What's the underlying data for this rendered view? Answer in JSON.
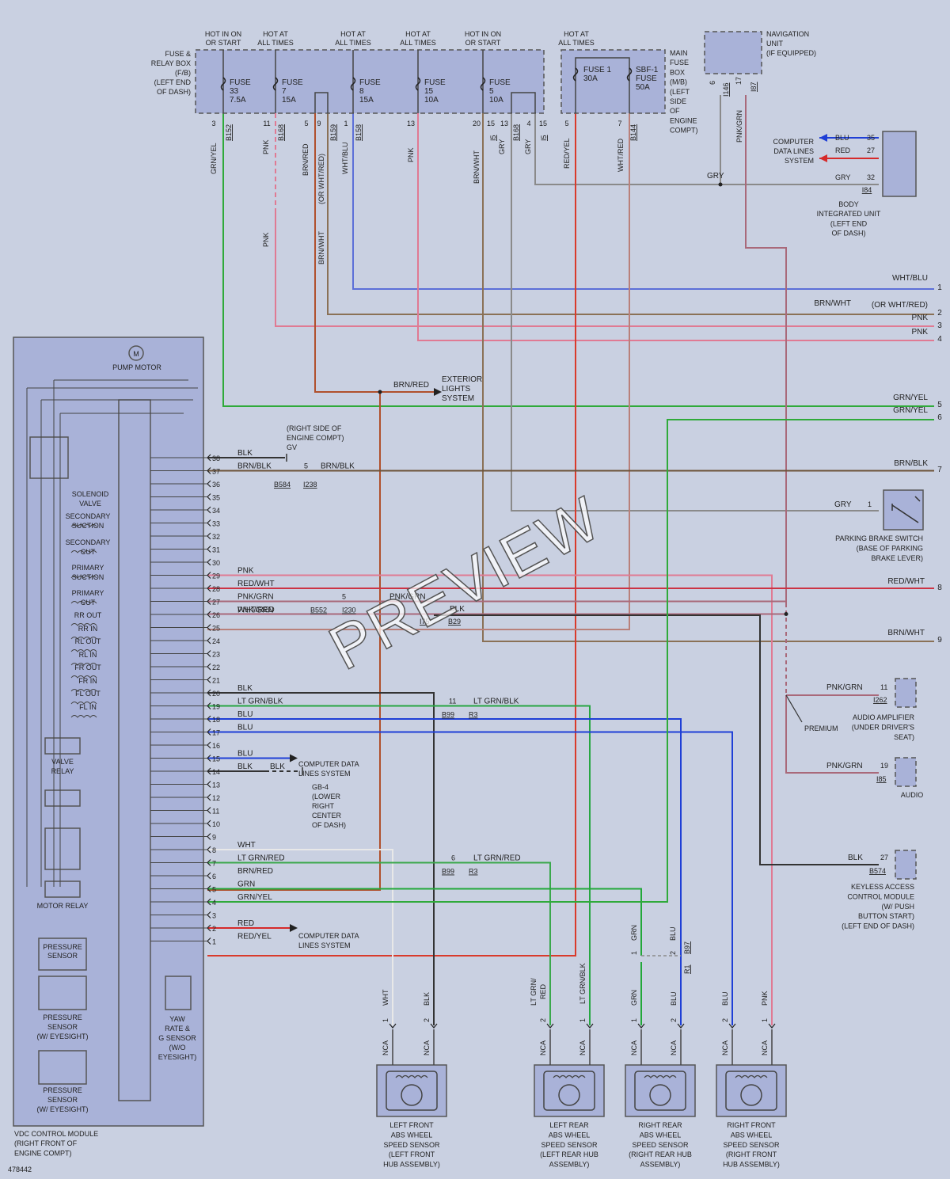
{
  "watermark": "PREVIEW",
  "figure_number": "478442",
  "colors": {
    "GRNYEL": "#2faa3a",
    "PNK": "#e07a93",
    "BRNRED": "#b0502c",
    "BRNWHT": "#8a7156",
    "WHTBLU": "#5c6fd8",
    "GRY": "#8a8a8a",
    "REDYEL": "#d93a2b",
    "WHTRED": "#b9807a",
    "PNKGRN": "#a9697a",
    "BLU": "#1f3fd6",
    "RED": "#d62a2a",
    "BLK": "#333333",
    "BRNBLK": "#6b5238",
    "REDWHT": "#cc3344",
    "LTGRNBLK": "#27a642",
    "LTGRNRED": "#3aa84c",
    "WHT": "#e8e8e8",
    "GRN": "#22a83a",
    "BG": "#c9d0e1",
    "BOX": "#a9b2d8"
  },
  "fuse_box": {
    "title": [
      "FUSE &",
      "RELAY BOX",
      "(F/B)",
      "(LEFT END",
      "OF DASH)"
    ],
    "headers": [
      [
        "HOT IN ON",
        "OR START"
      ],
      [
        "HOT AT",
        "ALL TIMES"
      ],
      [
        "HOT AT",
        "ALL TIMES"
      ],
      [
        "HOT AT",
        "ALL TIMES"
      ],
      [
        "HOT IN ON",
        "OR START"
      ]
    ],
    "fuses": [
      [
        "FUSE",
        "33",
        "7.5A"
      ],
      [
        "FUSE",
        "7",
        "15A"
      ],
      [
        "FUSE",
        "8",
        "15A"
      ],
      [
        "FUSE",
        "15",
        "10A"
      ],
      [
        "FUSE",
        "5",
        "10A"
      ]
    ]
  },
  "main_fuse_box": {
    "header": [
      "HOT AT",
      "ALL TIMES"
    ],
    "title": [
      "MAIN",
      "FUSE",
      "BOX",
      "(M/B)",
      "(LEFT",
      "SIDE",
      "OF",
      "ENGINE",
      "COMPT)"
    ],
    "fuses": [
      [
        "FUSE 1",
        "30A"
      ],
      [
        "SBF-1",
        "FUSE",
        "50A"
      ]
    ]
  },
  "navigation": {
    "title": [
      "NAVIGATION",
      "UNIT",
      "(IF EQUIPPED)"
    ],
    "pins": [
      "6",
      "17"
    ],
    "conns": [
      "I146",
      "I87"
    ]
  },
  "body_unit": {
    "title": [
      "BODY",
      "INTEGRATED UNIT",
      "(LEFT END",
      "OF DASH)"
    ],
    "comp": [
      "COMPUTER",
      "DATA LINES",
      "SYSTEM"
    ],
    "wires": [
      "BLU",
      "RED",
      "GRY"
    ],
    "pins": [
      "35",
      "27",
      "32"
    ],
    "conn": "I84"
  },
  "top_pins": [
    "3",
    "11",
    "5",
    "9",
    "1",
    "13",
    "20",
    "15",
    "13",
    "4",
    "15",
    "5",
    "7"
  ],
  "top_conns": [
    "B152",
    "B168",
    "B159",
    "B158",
    "I5",
    "B168",
    "I5",
    "B144"
  ],
  "top_wires": [
    "GRN/YEL",
    "PNK",
    "BRN/RED",
    "(OR WHT/RED)",
    "WHT/BLU",
    "PNK",
    "BRN/WHT",
    "GRY",
    "GRY",
    "RED/YEL",
    "WHT/RED",
    "GRY",
    "PNK/GRN",
    "PNK",
    "BRN/WHT"
  ],
  "right_labels": {
    "wires": [
      "WHT/BLU",
      "BRN/WHT",
      "(OR WHT/RED)",
      "PNK",
      "PNK",
      "GRN/YEL",
      "GRN/YEL",
      "BRN/BLK",
      "RED/WHT",
      "BRN/WHT"
    ],
    "nums": [
      "1",
      "2",
      "3",
      "4",
      "5",
      "6",
      "7",
      "8",
      "9"
    ]
  },
  "exterior_lights": {
    "wire": "BRN/RED",
    "text": [
      "EXTERIOR",
      "LIGHTS",
      "SYSTEM"
    ]
  },
  "ground_gv": {
    "text": [
      "(RIGHT SIDE OF",
      "ENGINE COMPT)",
      "GV"
    ],
    "pin": "5",
    "conns": [
      "B584",
      "I238"
    ],
    "wire": "BRN/BLK"
  },
  "parking_brake": {
    "wire": "GRY",
    "pin": "1",
    "text": [
      "PARKING BRAKE SWITCH",
      "(BASE OF PARKING",
      "BRAKE LEVER)"
    ]
  },
  "audio_amp": {
    "wire": "PNK/GRN",
    "pin": "11",
    "conn": "I262",
    "premium": "PREMIUM",
    "text": [
      "AUDIO AMPLIFIER",
      "(UNDER DRIVER'S",
      "SEAT)"
    ]
  },
  "audio": {
    "wire": "PNK/GRN",
    "pin": "19",
    "conn": "I85",
    "text": [
      "AUDIO"
    ]
  },
  "keyless": {
    "wire": "BLK",
    "pin": "27",
    "conn": "B574",
    "text": [
      "KEYLESS ACCESS",
      "CONTROL MODULE",
      "(W/ PUSH",
      "BUTTON START)",
      "(LEFT END OF DASH)"
    ]
  },
  "vdc": {
    "title": [
      "VDC CONTROL MODULE",
      "(RIGHT FRONT OF",
      "ENGINE COMPT)"
    ],
    "pump_motor": "PUMP MOTOR",
    "motor_symbol": "M",
    "valve_labels": [
      "SOLENOID",
      "VALVE",
      "SECONDARY",
      "SUCTION",
      "SECONDARY",
      "CUT",
      "PRIMARY",
      "SUCTION",
      "PRIMARY",
      "CUT",
      "RR OUT",
      "RR IN",
      "RL OUT",
      "RL IN",
      "FR OUT",
      "FR IN",
      "FL OUT",
      "FL IN"
    ],
    "valve_relay": [
      "VALVE",
      "RELAY"
    ],
    "motor_relay": "MOTOR RELAY",
    "pressure_sensor": [
      "PRESSURE",
      "SENSOR"
    ],
    "pressure_eye1": [
      "PRESSURE",
      "SENSOR",
      "(W/ EYESIGHT)"
    ],
    "pressure_eye2": [
      "PRESSURE",
      "SENSOR",
      "(W/ EYESIGHT)"
    ],
    "yaw": [
      "YAW",
      "RATE &",
      "G SENSOR",
      "(W/O",
      "EYESIGHT)"
    ],
    "pins": [
      "38",
      "37",
      "36",
      "35",
      "34",
      "33",
      "32",
      "31",
      "30",
      "29",
      "28",
      "27",
      "26",
      "25",
      "24",
      "23",
      "22",
      "21",
      "20",
      "19",
      "18",
      "17",
      "16",
      "15",
      "14",
      "13",
      "12",
      "11",
      "10",
      "9",
      "8",
      "7",
      "6",
      "5",
      "4",
      "3",
      "2",
      "1"
    ]
  },
  "vdc_wires": {
    "p38": "BLK",
    "p37": "BRN/BLK",
    "p29": "PNK",
    "p28": "RED/WHT",
    "p27": "PNK/GRN",
    "p27b": "PNK/GRN",
    "p26": "WHT/RED",
    "p20": "BLK",
    "p19": "LT GRN/BLK",
    "p18": "BLU",
    "p17": "BLU",
    "p15": "BLU",
    "p14": "BLK",
    "p14b": "BLK",
    "p8": "WHT",
    "p7": "LT GRN/RED",
    "p6": "BRN/RED",
    "p5": "GRN",
    "p4": "GRN/YEL",
    "p2": "RED",
    "p1": "RED/YEL"
  },
  "splices": {
    "pnkgrn": {
      "pin": "5",
      "conns": [
        "B552",
        "I230"
      ],
      "wire2": "PNK/GRN"
    },
    "blk": {
      "wire": "BLK",
      "conns": [
        "I75",
        "B29"
      ]
    },
    "ltgrnblk": {
      "pin": "11",
      "wire": "LT GRN/BLK",
      "conns": [
        "B99",
        "R3"
      ]
    },
    "ltgrnred": {
      "pin": "6",
      "wire": "LT GRN/RED",
      "conns": [
        "B99",
        "R3"
      ]
    }
  },
  "comp_data_15": [
    "COMPUTER DATA",
    "LINES SYSTEM"
  ],
  "comp_data_2": [
    "COMPUTER DATA",
    "LINES SYSTEM"
  ],
  "ground_gb4": [
    "GB-4",
    "(LOWER",
    "RIGHT",
    "CENTER",
    "OF DASH)"
  ],
  "rr_splice": {
    "pins": [
      "1",
      "2"
    ],
    "conns": [
      "B97",
      "R1"
    ],
    "wires": [
      "GRN",
      "BLU"
    ]
  },
  "sensors": [
    {
      "wires": [
        "WHT",
        "BLK"
      ],
      "pins": [
        "1",
        "2"
      ],
      "nca": "NCA",
      "label": [
        "LEFT FRONT",
        "ABS WHEEL",
        "SPEED SENSOR",
        "(LEFT FRONT",
        "HUB ASSEMBLY)"
      ]
    },
    {
      "wires": [
        "LT GRN/",
        "RED",
        "LT GRN/BLK"
      ],
      "pins": [
        "2",
        "1"
      ],
      "nca": "NCA",
      "label": [
        "LEFT REAR",
        "ABS WHEEL",
        "SPEED SENSOR",
        "(LEFT REAR HUB",
        "ASSEMBLY)"
      ]
    },
    {
      "wires": [
        "GRN",
        "BLU"
      ],
      "pins": [
        "1",
        "2"
      ],
      "nca": "NCA",
      "label": [
        "RIGHT REAR",
        "ABS WHEEL",
        "SPEED SENSOR",
        "(RIGHT REAR HUB",
        "ASSEMBLY)"
      ]
    },
    {
      "wires": [
        "BLU",
        "PNK"
      ],
      "pins": [
        "2",
        "1"
      ],
      "nca": "NCA",
      "label": [
        "RIGHT FRONT",
        "ABS WHEEL",
        "SPEED SENSOR",
        "(RIGHT FRONT",
        "HUB ASSEMBLY)"
      ]
    }
  ]
}
